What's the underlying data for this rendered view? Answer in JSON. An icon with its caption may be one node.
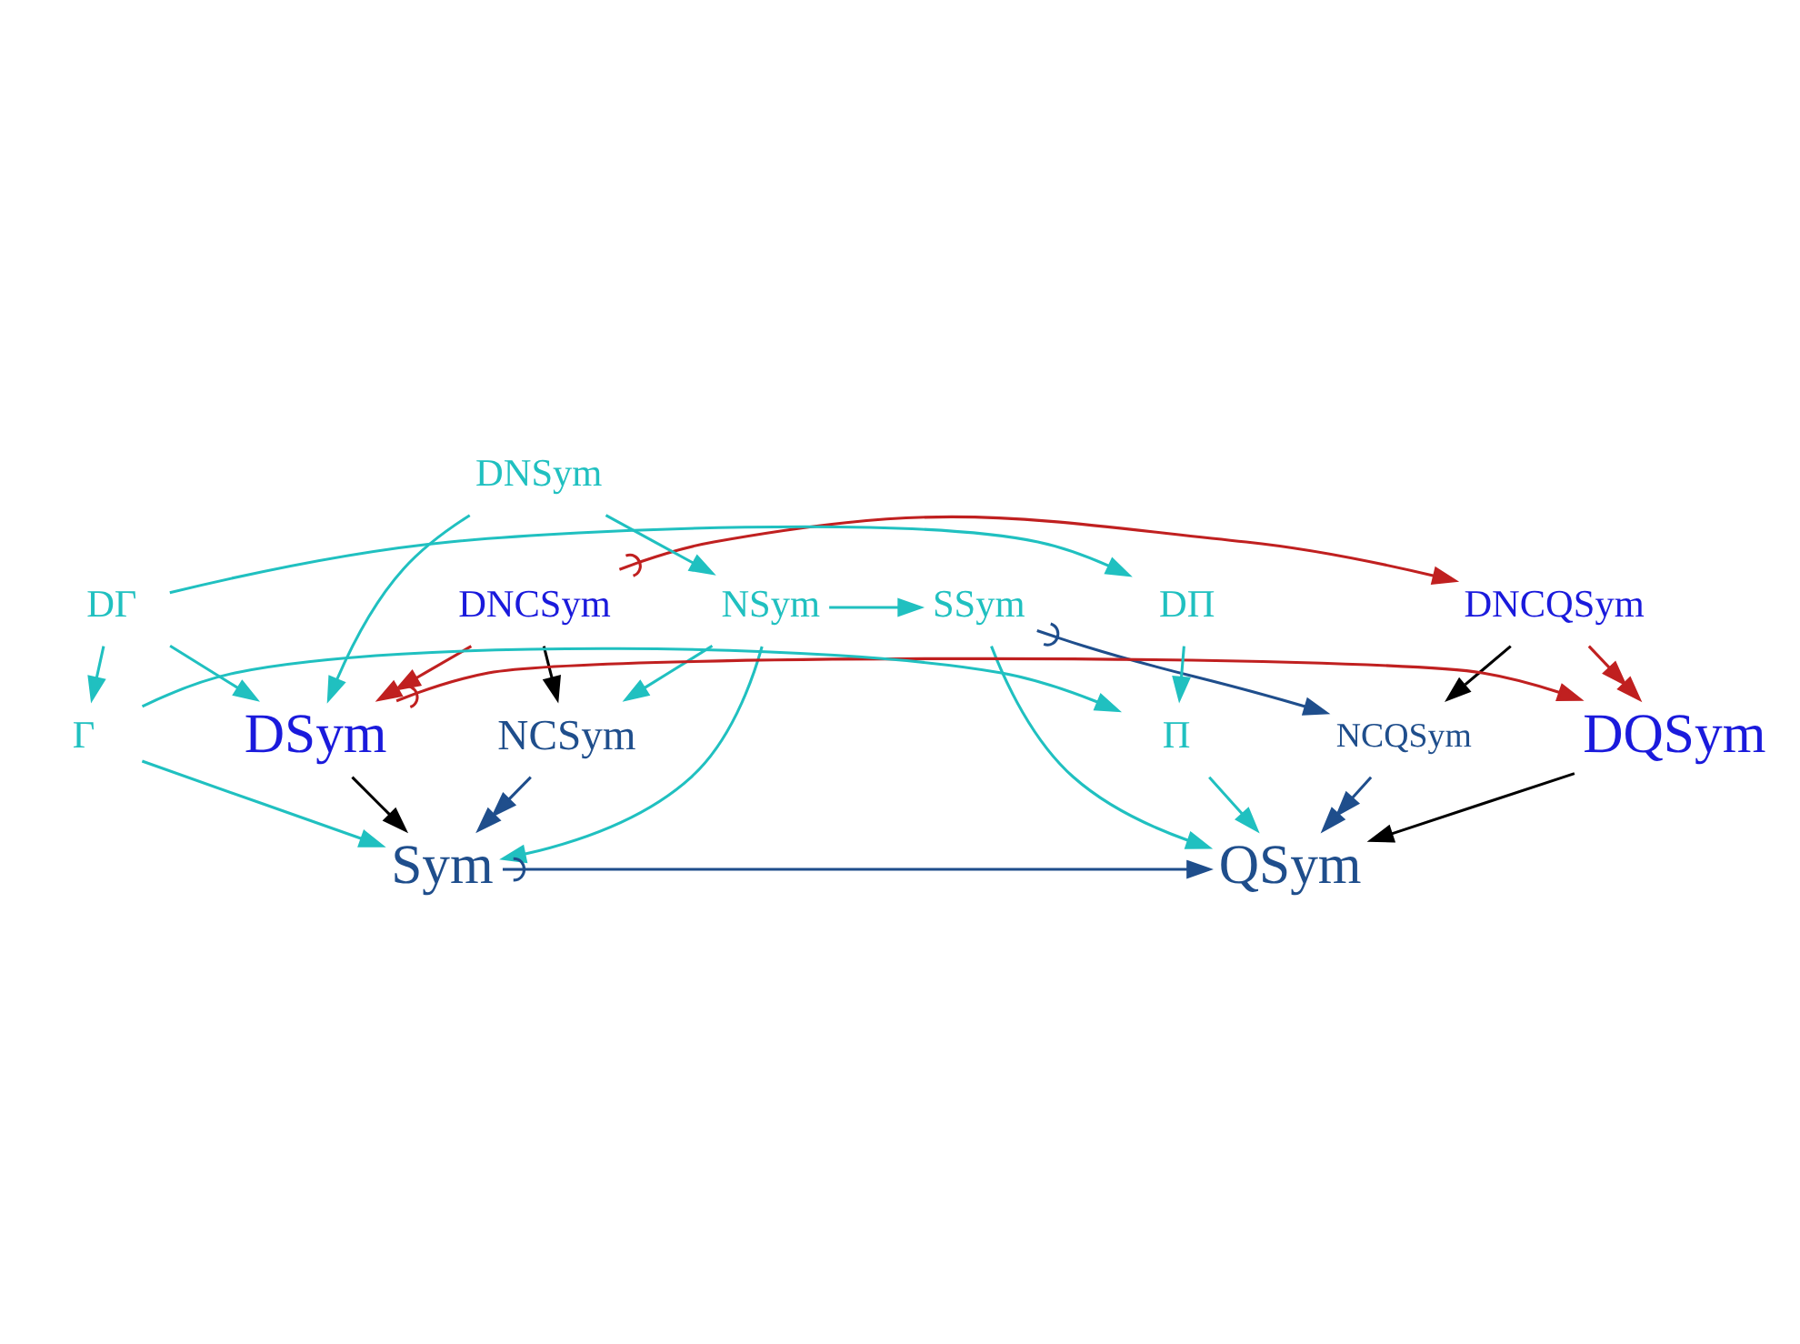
{
  "diagram": {
    "nodes": [
      {
        "text": [
          "DNCSym"
        ]
      },
      {
        "text": [
          "DNCQSym"
        ]
      },
      {
        "text": [
          "DNSym"
        ]
      },
      {
        "text": [
          "NSym"
        ]
      },
      {
        "text": [
          "SSym"
        ]
      },
      {
        "text": [
          "NCSym"
        ]
      },
      {
        "text": [
          "NCQSym"
        ]
      },
      {
        "text": [
          "DSym"
        ]
      },
      {
        "text": [
          "DQSym"
        ]
      },
      {
        "text": [
          "DΓ"
        ]
      },
      {
        "text": [
          "DΠ"
        ]
      },
      {
        "text": [
          "Sym"
        ]
      },
      {
        "text": [
          "QSym"
        ]
      },
      {
        "text": [
          "Γ"
        ]
      },
      {
        "text": [
          "Π"
        ]
      }
    ],
    "edges": [
      {
        "from": 0,
        "to": 1,
        "arrow": "to",
        "color": "#c02020"
      },
      {
        "from": 0,
        "to": 5,
        "arrow": "to",
        "color": "#000000"
      },
      {
        "from": 1,
        "to": 6,
        "arrow": "to",
        "color": "#000000"
      },
      {
        "from": 2,
        "to": 3,
        "arrow": "to"
      },
      {
        "from": 2,
        "to": 7,
        "arrow": "to"
      },
      {
        "from": 0,
        "to": 7,
        "arrow": "to",
        "color": "#c02020"
      },
      {
        "from": 1,
        "to": 8,
        "arrow": "to",
        "color": "#c02020"
      },
      {
        "from": 3,
        "to": 4,
        "arrow": "to"
      },
      {
        "from": 3,
        "to": 5,
        "arrow": "to"
      },
      {
        "from": 3,
        "to": 11,
        "arrow": "to"
      },
      {
        "from": 4,
        "to": 6,
        "arrow": "to",
        "color": "#1f4e8c"
      },
      {
        "from": 5,
        "to": 11,
        "arrow": "to",
        "color": "#1f4e8c"
      },
      {
        "from": 6,
        "to": 12,
        "arrow": "to",
        "color": "#1f4e8c"
      },
      {
        "from": 4,
        "to": 12,
        "arrow": "to"
      },
      {
        "from": 7,
        "to": 8,
        "arrow": "to",
        "color": "#c02020"
      },
      {
        "from": 7,
        "to": 11,
        "arrow": "to",
        "color": "#000000"
      },
      {
        "from": 8,
        "to": 12,
        "arrow": "to",
        "color": "#000000"
      },
      {
        "from": 9,
        "to": 7,
        "arrow": "to"
      },
      {
        "from": 9,
        "to": 10,
        "arrow": "to"
      },
      {
        "from": 9,
        "to": 13,
        "arrow": "to"
      },
      {
        "from": 11,
        "to": 12,
        "arrow": "to",
        "color": "#1f4e8c"
      },
      {
        "from": 10,
        "to": 14,
        "arrow": "to"
      },
      {
        "from": 13,
        "to": 11,
        "arrow": "to"
      },
      {
        "from": 13,
        "to": 14,
        "arrow": "to"
      },
      {
        "from": 14,
        "to": 12,
        "arrow": "to"
      }
    ]
  }
}
